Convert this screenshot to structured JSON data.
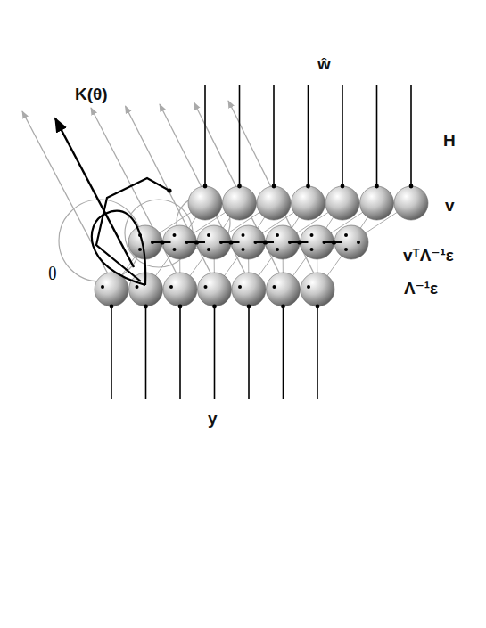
{
  "diagram": {
    "labels": [
      "ŵ",
      "K(θ)",
      "H",
      "v",
      "vᵀΛ⁻¹ε",
      "θ",
      "Λ⁻¹ε",
      "y"
    ]
  }
}
